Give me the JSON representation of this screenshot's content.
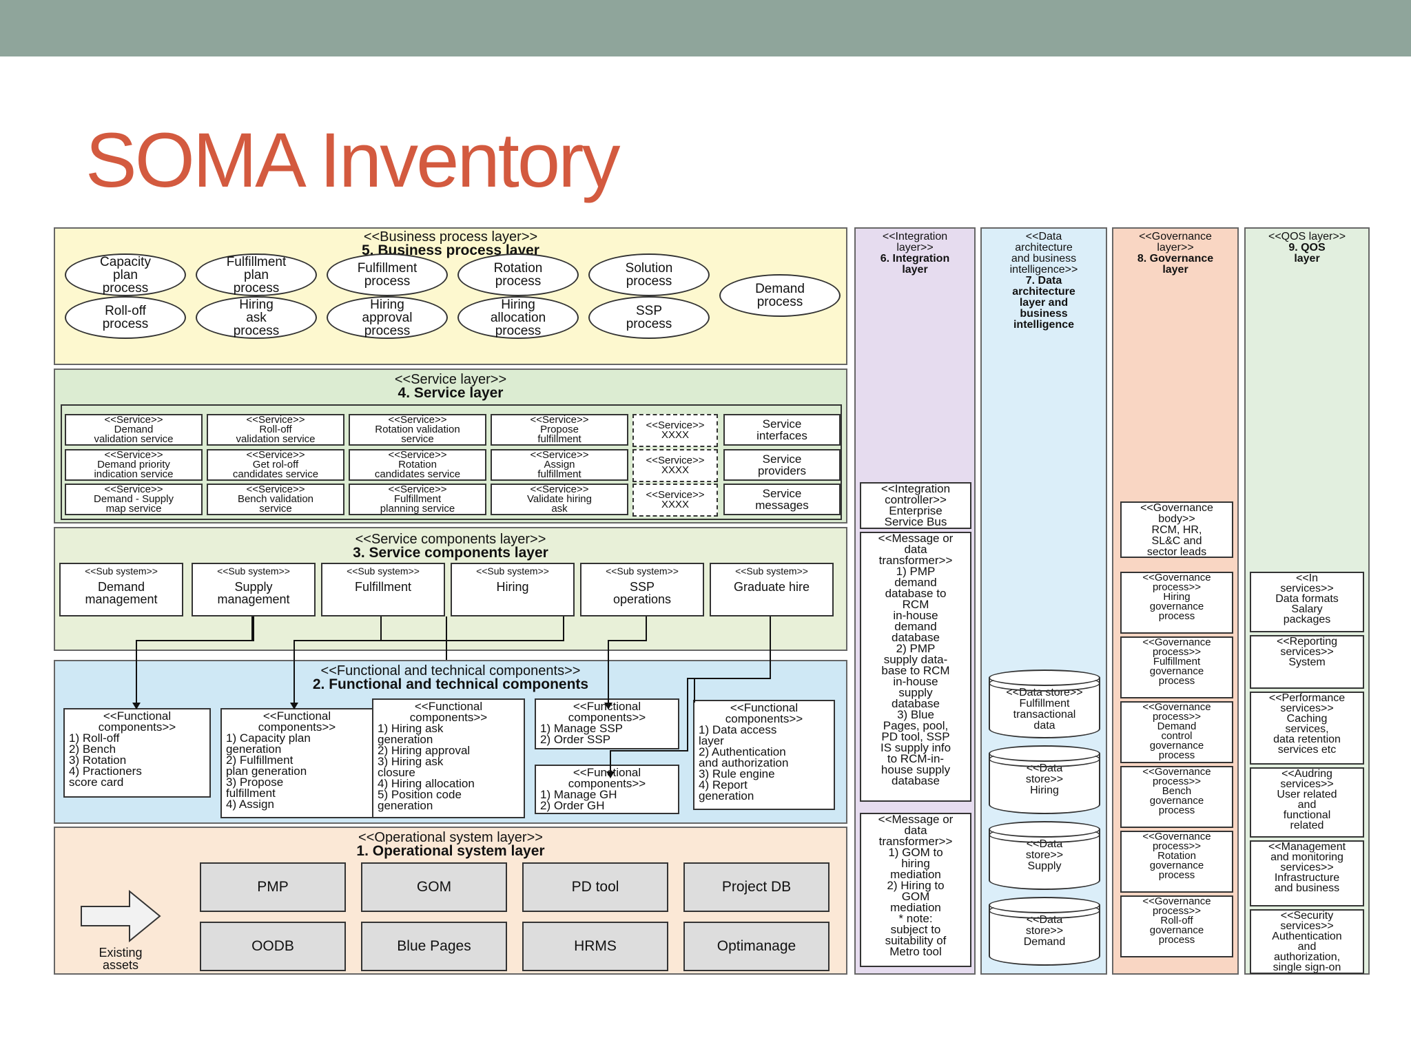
{
  "slide": {
    "title": "SOMA Inventory"
  },
  "colors": {
    "topbar": "#8fa59b",
    "title": "#d35a3f",
    "business": "#fdf8cf",
    "service": "#dcecd2",
    "components": "#e8f0d8",
    "functional": "#cfe8f5",
    "operational": "#fbe8d6",
    "integration": "#e6dcef",
    "data": "#dbeef9",
    "governance": "#f9d6c3",
    "qos": "#e2efdf"
  },
  "business": {
    "tag": "<<Business process layer>>",
    "name": "5. Business process layer",
    "processes": [
      [
        "Capacity",
        "plan",
        "process"
      ],
      [
        "Fulfillment",
        "plan",
        "process"
      ],
      [
        "Fulfillment",
        "process"
      ],
      [
        "Rotation",
        "process"
      ],
      [
        "Solution",
        "process"
      ],
      [
        "Demand",
        "process"
      ],
      [
        "Roll-off",
        "process"
      ],
      [
        "Hiring",
        "ask",
        "process"
      ],
      [
        "Hiring",
        "approval",
        "process"
      ],
      [
        "Hiring",
        "allocation",
        "process"
      ],
      [
        "SSP",
        "process"
      ]
    ]
  },
  "service": {
    "tag": "<<Service layer>>",
    "name": "4. Service layer",
    "services": [
      [
        "<<Service>>",
        "Demand",
        "validation service"
      ],
      [
        "<<Service>>",
        "Roll-off",
        "validation service"
      ],
      [
        "<<Service>>",
        "Rotation validation",
        "service"
      ],
      [
        "<<Service>>",
        "Propose",
        "fulfillment"
      ],
      [
        "<<Service>>",
        "XXXX"
      ],
      [
        "<<Service>>",
        "Demand priority",
        "indication service"
      ],
      [
        "<<Service>>",
        "Get rol-off",
        "candidates service"
      ],
      [
        "<<Service>>",
        "Rotation",
        "candidates service"
      ],
      [
        "<<Service>>",
        "Assign",
        "fulfillment"
      ],
      [
        "<<Service>>",
        "XXXX"
      ],
      [
        "<<Service>>",
        "Demand - Supply",
        "map service"
      ],
      [
        "<<Service>>",
        "Bench validation",
        "service"
      ],
      [
        "<<Service>>",
        "Fulfillment",
        "planning service"
      ],
      [
        "<<Service>>",
        "Validate hiring",
        "ask"
      ],
      [
        "<<Service>>",
        "XXXX"
      ]
    ],
    "side": [
      [
        "Service",
        "interfaces"
      ],
      [
        "Service",
        "providers"
      ],
      [
        "Service",
        "messages"
      ]
    ]
  },
  "components": {
    "tag": "<<Service components layer>>",
    "name": "3. Service components layer",
    "subsystems": [
      {
        "tag": "<<Sub system>>",
        "name": [
          "Demand",
          "management"
        ]
      },
      {
        "tag": "<<Sub system>>",
        "name": [
          "Supply",
          "management"
        ]
      },
      {
        "tag": "<<Sub system>>",
        "name": [
          "Fulfillment"
        ]
      },
      {
        "tag": "<<Sub system>>",
        "name": [
          "Hiring"
        ]
      },
      {
        "tag": "<<Sub system>>",
        "name": [
          "SSP",
          "operations"
        ]
      },
      {
        "tag": "<<Sub system>>",
        "name": [
          "Graduate hire"
        ]
      }
    ]
  },
  "functional": {
    "tag": "<<Functional and technical components>>",
    "name": "2. Functional and technical components",
    "boxes": [
      [
        "<<Functional",
        "components>>",
        "1) Roll-off",
        "2) Bench",
        "3) Rotation",
        "4) Practioners",
        "score card"
      ],
      [
        "<<Functional",
        "components>>",
        "1) Capacity plan",
        "generation",
        "2) Fulfillment",
        "plan generation",
        "3) Propose",
        "fulfillment",
        "4) Assign"
      ],
      [
        "<<Functional",
        "components>>",
        "1) Hiring ask",
        "generation",
        "2) Hiring approval",
        "3) Hiring ask",
        "closure",
        "4) Hiring allocation",
        "5) Position code",
        "generation"
      ],
      [
        "<<Functional",
        "components>>",
        "1) Manage SSP",
        "2) Order SSP"
      ],
      [
        "<<Functional",
        "components>>",
        "1) Manage GH",
        "2) Order GH"
      ],
      [
        "<<Functional",
        "components>>",
        "1) Data access",
        "layer",
        "2) Authentication",
        "and authorization",
        "3) Rule engine",
        "4) Report",
        "generation"
      ]
    ]
  },
  "operational": {
    "tag": "<<Operational system layer>>",
    "name": "1. Operational system layer",
    "systems": [
      "PMP",
      "GOM",
      "PD tool",
      "Project DB",
      "OODB",
      "Blue Pages",
      "HRMS",
      "Optimanage"
    ],
    "existing": [
      "Existing",
      "assets"
    ]
  },
  "integration": {
    "head": [
      "<<Integration",
      "layer>>",
      "6. Integration",
      "layer"
    ],
    "controller": [
      "<<Integration",
      "controller>>",
      "Enterprise",
      "Service Bus"
    ],
    "msg1": [
      "<<Message or",
      "data",
      "transformer>>",
      "1) PMP",
      "demand",
      "database to",
      "RCM",
      "in-house",
      "demand",
      "database",
      "2) PMP",
      "supply data-",
      "base to RCM",
      "in-house",
      "supply",
      "database",
      "3) Blue",
      "Pages, pool,",
      "PD tool, SSP",
      "IS supply info",
      "to RCM-in-",
      "house supply",
      "database"
    ],
    "msg2": [
      "<<Message or",
      "data",
      "transformer>>",
      "1) GOM to",
      "hiring",
      "mediation",
      "2) Hiring to",
      "GOM",
      "mediation",
      "* note:",
      "subject to",
      "suitability of",
      "Metro tool"
    ]
  },
  "data": {
    "head": [
      "<<Data",
      "architecture",
      "and business",
      "intelligence>>",
      "7. Data",
      "architecture",
      "layer and",
      "business",
      "intelligence"
    ],
    "stores": [
      [
        "<<Data store>>",
        "Fulfillment",
        "transactional",
        "data"
      ],
      [
        "<<Data",
        "store>>",
        "Hiring"
      ],
      [
        "<<Data",
        "store>>",
        "Supply"
      ],
      [
        "<<Data",
        "store>>",
        "Demand"
      ]
    ]
  },
  "governance": {
    "head": [
      "<<Governance",
      "layer>>",
      "8. Governance",
      "layer"
    ],
    "body": [
      "<<Governance",
      "body>>",
      "RCM, HR,",
      "SL&C and",
      "sector leads"
    ],
    "processes": [
      [
        "<<Governance",
        "process>>",
        "Hiring",
        "governance",
        "process"
      ],
      [
        "<<Governance",
        "process>>",
        "Fulfillment",
        "governance",
        "process"
      ],
      [
        "<<Governance",
        "process>>",
        "Demand",
        "control",
        "governance",
        "process"
      ],
      [
        "<<Governance",
        "process>>",
        "Bench",
        "governance",
        "process"
      ],
      [
        "<<Governance",
        "process>>",
        "Rotation",
        "governance",
        "process"
      ],
      [
        "<<Governance",
        "process>>",
        "Roll-off",
        "governance",
        "process"
      ]
    ]
  },
  "qos": {
    "head": [
      "<<QOS layer>>",
      "9. QOS",
      "layer"
    ],
    "boxes": [
      [
        "<<In",
        "services>>",
        "Data formats",
        "Salary",
        "packages"
      ],
      [
        "<<Reporting",
        "services>>",
        "System"
      ],
      [
        "<<Performance",
        "services>>",
        "Caching",
        "services,",
        "data retention",
        "services etc"
      ],
      [
        "<<Audring",
        "services>>",
        "User related",
        "and",
        "functional",
        "related"
      ],
      [
        "<<Management",
        "and monitoring",
        "services>>",
        "Infrastructure",
        "and business"
      ],
      [
        "<<Security",
        "services>>",
        "Authentication",
        "and",
        "authorization,",
        "single sign-on"
      ]
    ]
  }
}
